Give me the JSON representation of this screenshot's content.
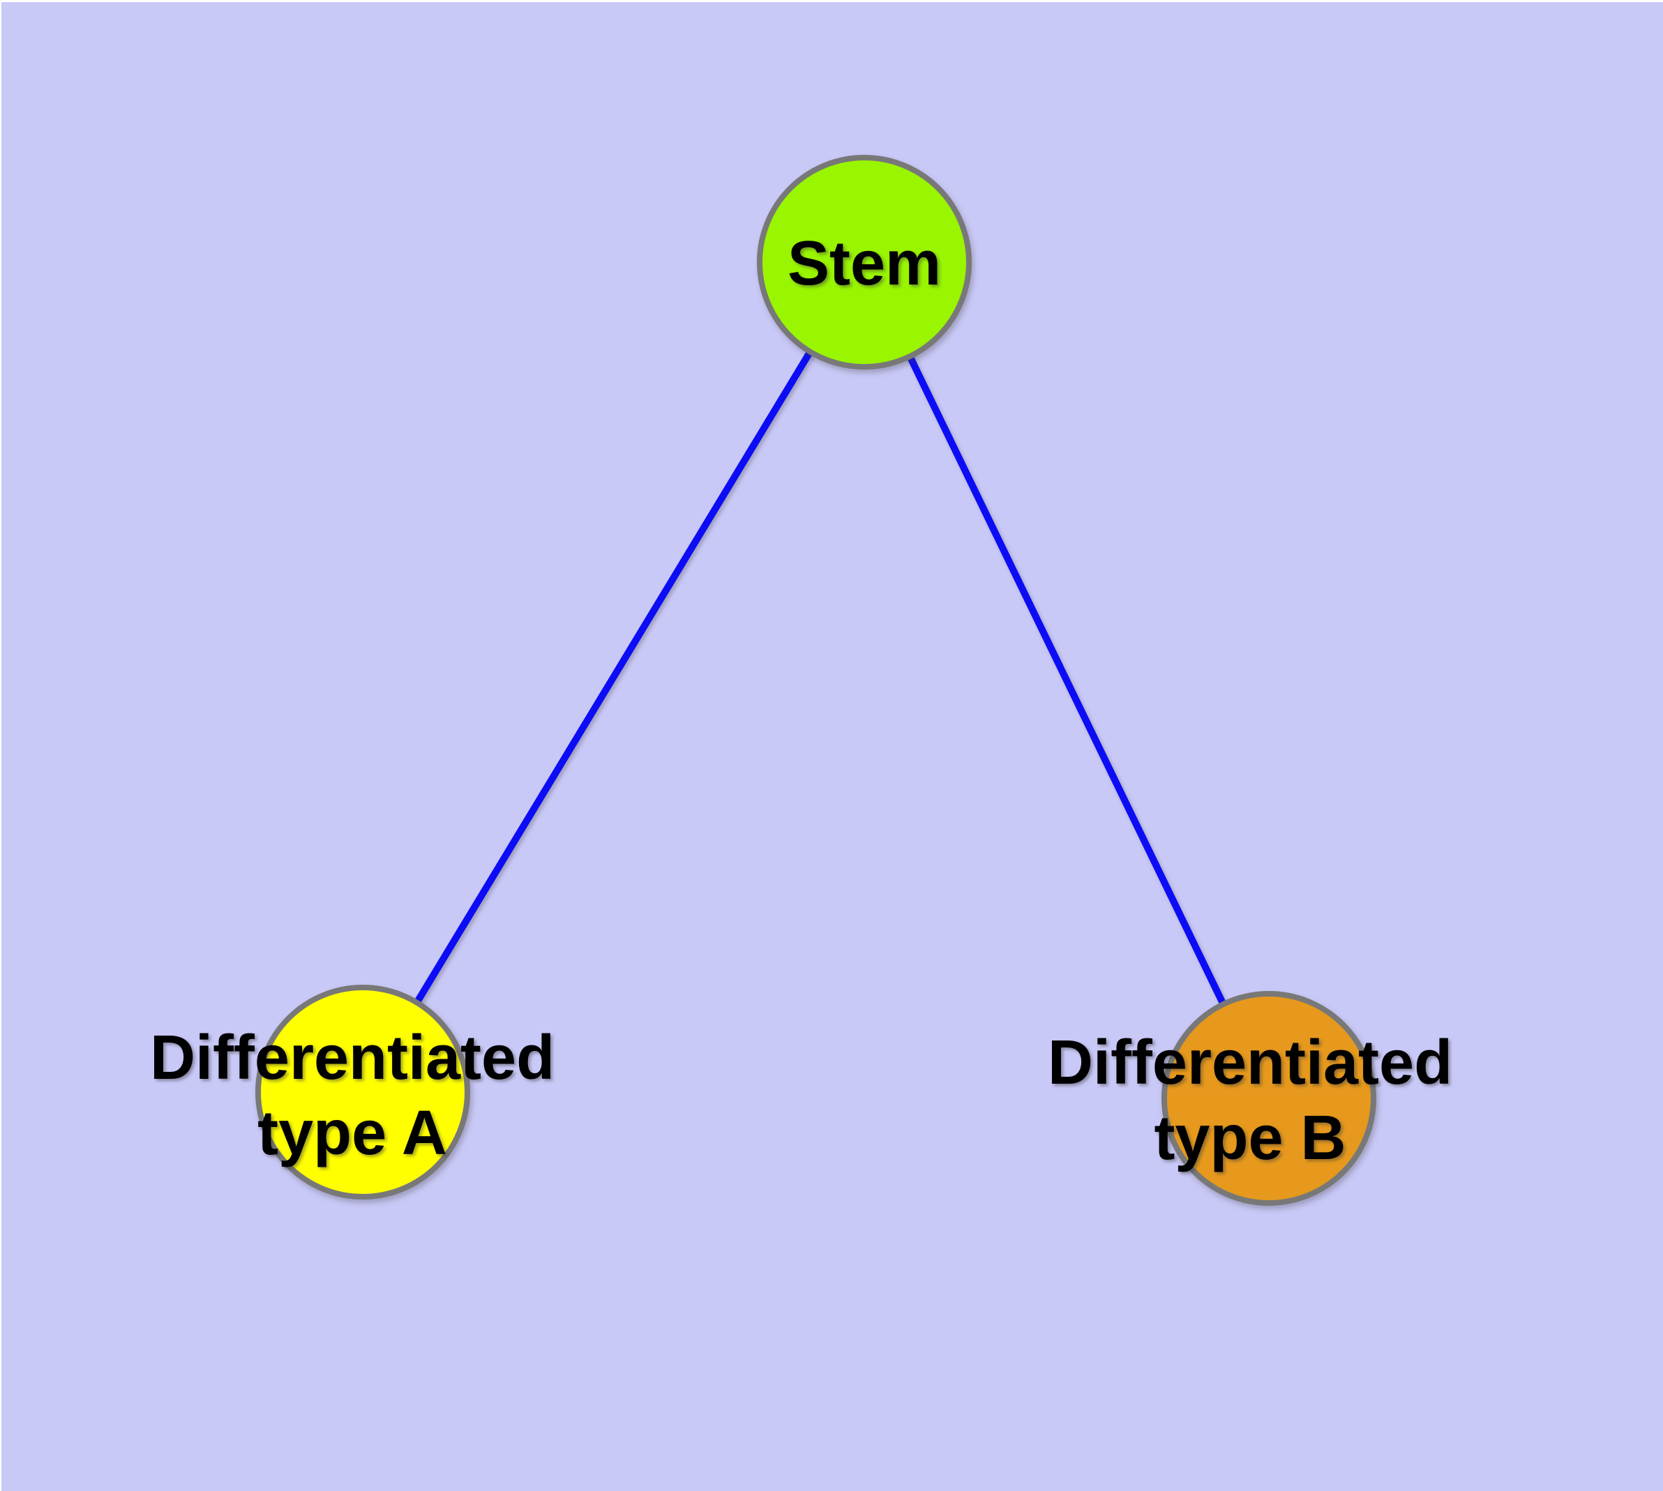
{
  "background_color": "#C9C9F8",
  "edge_color": "#0C0CF5",
  "node_border_color": "#787878",
  "nodes": {
    "stem": {
      "label": "Stem",
      "fill": "#99F500"
    },
    "type_a": {
      "line1": "Differentiated",
      "line2": "type A",
      "fill": "#FFFF00"
    },
    "type_b": {
      "line1": "Differentiated",
      "line2": "type B",
      "fill": "#E6991C"
    }
  },
  "edges": [
    {
      "from": "Stem",
      "to": "Differentiated type A"
    },
    {
      "from": "Stem",
      "to": "Differentiated type B"
    }
  ]
}
